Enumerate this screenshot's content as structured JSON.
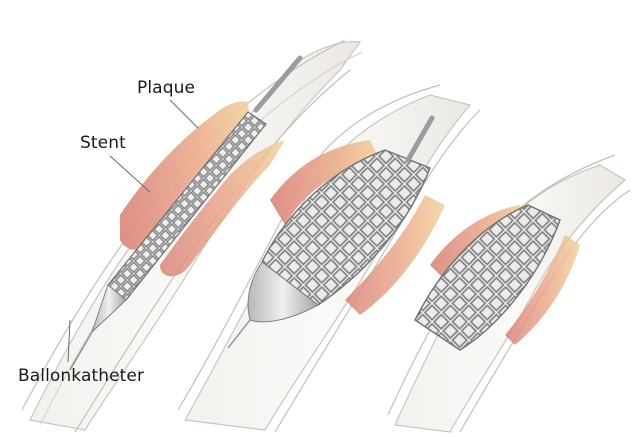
{
  "labels": {
    "plaque": "Plaque",
    "stent": "Stent",
    "balloon_catheter": "Ballonkatheter"
  },
  "stages": [
    {
      "name": "stent-on-deflated-balloon",
      "description_visible": false
    },
    {
      "name": "balloon-inflated-stent-expanded",
      "description_visible": false
    },
    {
      "name": "stent-implanted-catheter-removed",
      "description_visible": false
    }
  ],
  "colors": {
    "background": "#ffffff",
    "vessel_wall": "#e8e6e2",
    "vessel_outline": "#b9b5ae",
    "plaque_red": "#d9847a",
    "plaque_yellow": "#f1d29a",
    "stent_metal": "#8e8f91",
    "label_text": "#1a1a1a",
    "leader_line": "#6a6a6a"
  }
}
